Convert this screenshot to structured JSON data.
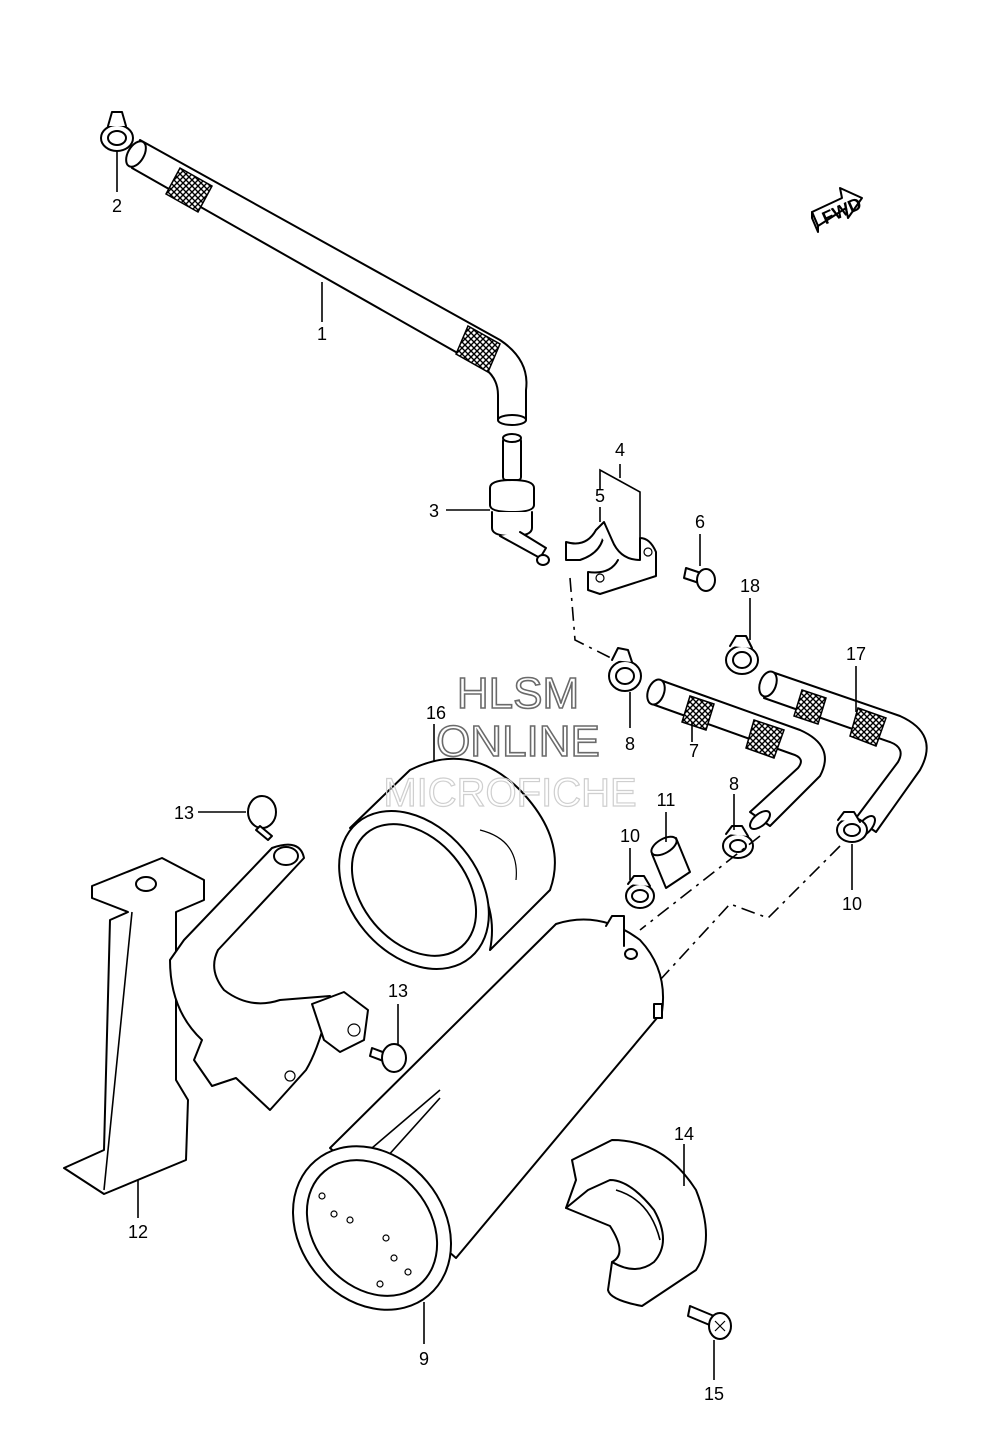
{
  "watermark": {
    "line1": "HLSM",
    "line2": "ONLINE",
    "line3": "MICROFICHE"
  },
  "fwd_label": "FWD",
  "callouts": [
    "1",
    "2",
    "3",
    "4",
    "5",
    "6",
    "7",
    "8",
    "8",
    "9",
    "10",
    "10",
    "11",
    "12",
    "13",
    "13",
    "14",
    "15",
    "16",
    "17",
    "18"
  ],
  "colors": {
    "ink": "#000000",
    "watermark": "#6a6a6a",
    "watermark_light": "#cfcfcf"
  }
}
